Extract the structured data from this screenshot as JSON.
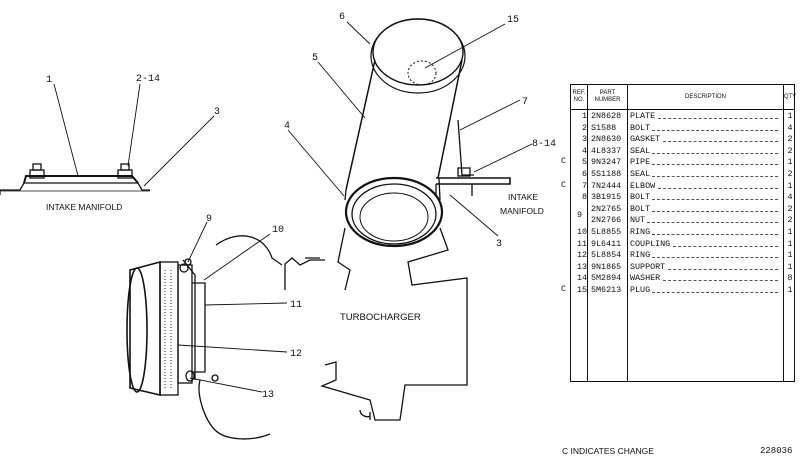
{
  "drawing": {
    "labels": {
      "intake_manifold_left": "INTAKE MANIFOLD",
      "intake_manifold_right_1": "INTAKE",
      "intake_manifold_right_2": "MANIFOLD",
      "turbocharger": "TURBOCHARGER"
    },
    "callouts": [
      "1",
      "2-14",
      "3",
      "4",
      "5",
      "6",
      "15",
      "7",
      "8-14",
      "3",
      "9",
      "10",
      "11",
      "12",
      "13"
    ]
  },
  "table": {
    "headers": {
      "ref_no": "REF. NO.",
      "part_number": "PART NUMBER",
      "description": "DESCRIPTION",
      "qty": "QTY"
    },
    "rows": [
      {
        "change": "",
        "ref": "1",
        "part": "2N8628",
        "desc": "PLATE",
        "qty": "1"
      },
      {
        "change": "",
        "ref": "2",
        "part": "S1588",
        "desc": "BOLT",
        "qty": "4"
      },
      {
        "change": "",
        "ref": "3",
        "part": "2N8630",
        "desc": "GASKET",
        "qty": "2"
      },
      {
        "change": "",
        "ref": "4",
        "part": "4L8337",
        "desc": "SEAL",
        "qty": "2"
      },
      {
        "change": "C",
        "ref": "5",
        "part": "9N3247",
        "desc": "PIPE",
        "qty": "1"
      },
      {
        "change": "",
        "ref": "6",
        "part": "5S1188",
        "desc": "SEAL",
        "qty": "2"
      },
      {
        "change": "C",
        "ref": "7",
        "part": "7N2444",
        "desc": "ELBOW",
        "qty": "1"
      },
      {
        "change": "",
        "ref": "8",
        "part": "3B1915",
        "desc": "BOLT",
        "qty": "4"
      },
      {
        "change": "",
        "ref": "",
        "part": "2N2765",
        "desc": "BOLT",
        "qty": "2"
      },
      {
        "change": "",
        "ref": "",
        "part": "2N2766",
        "desc": "NUT",
        "qty": "2"
      },
      {
        "change": "",
        "ref": "10",
        "part": "5L8855",
        "desc": "RING",
        "qty": "1"
      },
      {
        "change": "",
        "ref": "11",
        "part": "9L6411",
        "desc": "COUPLING",
        "qty": "1"
      },
      {
        "change": "",
        "ref": "12",
        "part": "5L8854",
        "desc": "RING",
        "qty": "1"
      },
      {
        "change": "",
        "ref": "13",
        "part": "9N1865",
        "desc": "SUPPORT",
        "qty": "1"
      },
      {
        "change": "",
        "ref": "14",
        "part": "5M2894",
        "desc": "WASHER",
        "qty": "8"
      },
      {
        "change": "C",
        "ref": "15",
        "part": "5M6213",
        "desc": "PLUG",
        "qty": "1"
      }
    ],
    "merged_ref_9": "9"
  },
  "footer": {
    "note": "C INDICATES CHANGE",
    "drawing_number": "228036"
  }
}
